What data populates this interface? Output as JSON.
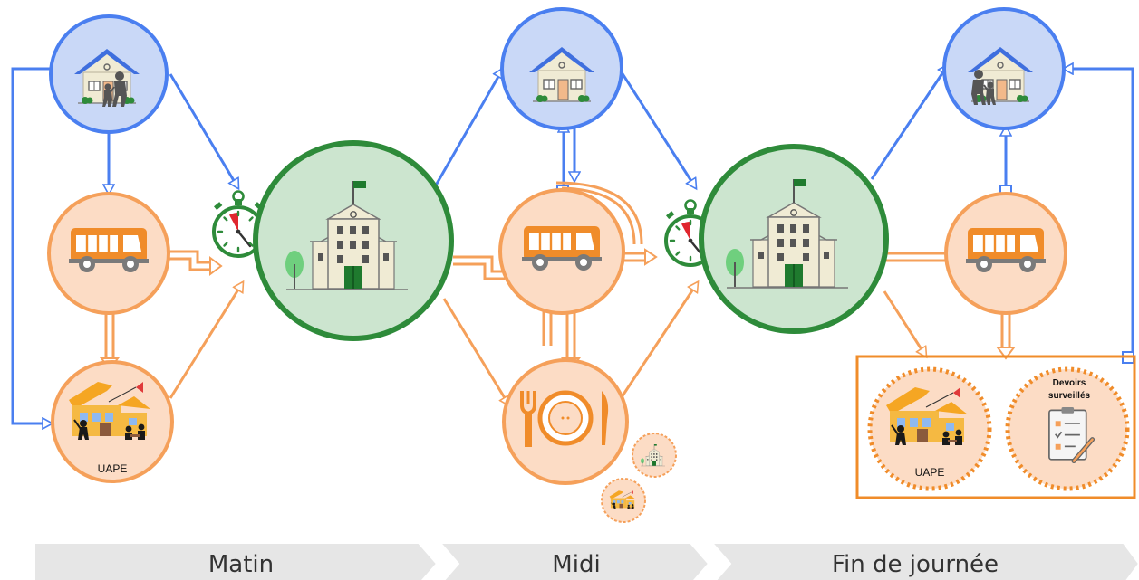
{
  "labels": {
    "uape_morning": "UAPE",
    "uape_evening": "UAPE",
    "devoirs_line1": "Devoirs",
    "devoirs_line2": "surveillés"
  },
  "phases": [
    "Matin",
    "Midi",
    "Fin de journée"
  ],
  "colors": {
    "blue": "#4a7ff0",
    "blue_fill": "#c9d8f7",
    "orange": "#f5a05a",
    "orange_fill": "#fcdcc5",
    "green": "#2e8b3a",
    "green_fill": "#cce5cf",
    "phase_bar": "#e6e6e6"
  },
  "icons": {
    "home": "house-icon",
    "bus": "bus-icon",
    "school": "school-icon",
    "timer": "stopwatch-icon",
    "meal": "plate-cutlery-icon",
    "daycare": "daycare-icon",
    "homework": "homework-checklist-icon"
  }
}
